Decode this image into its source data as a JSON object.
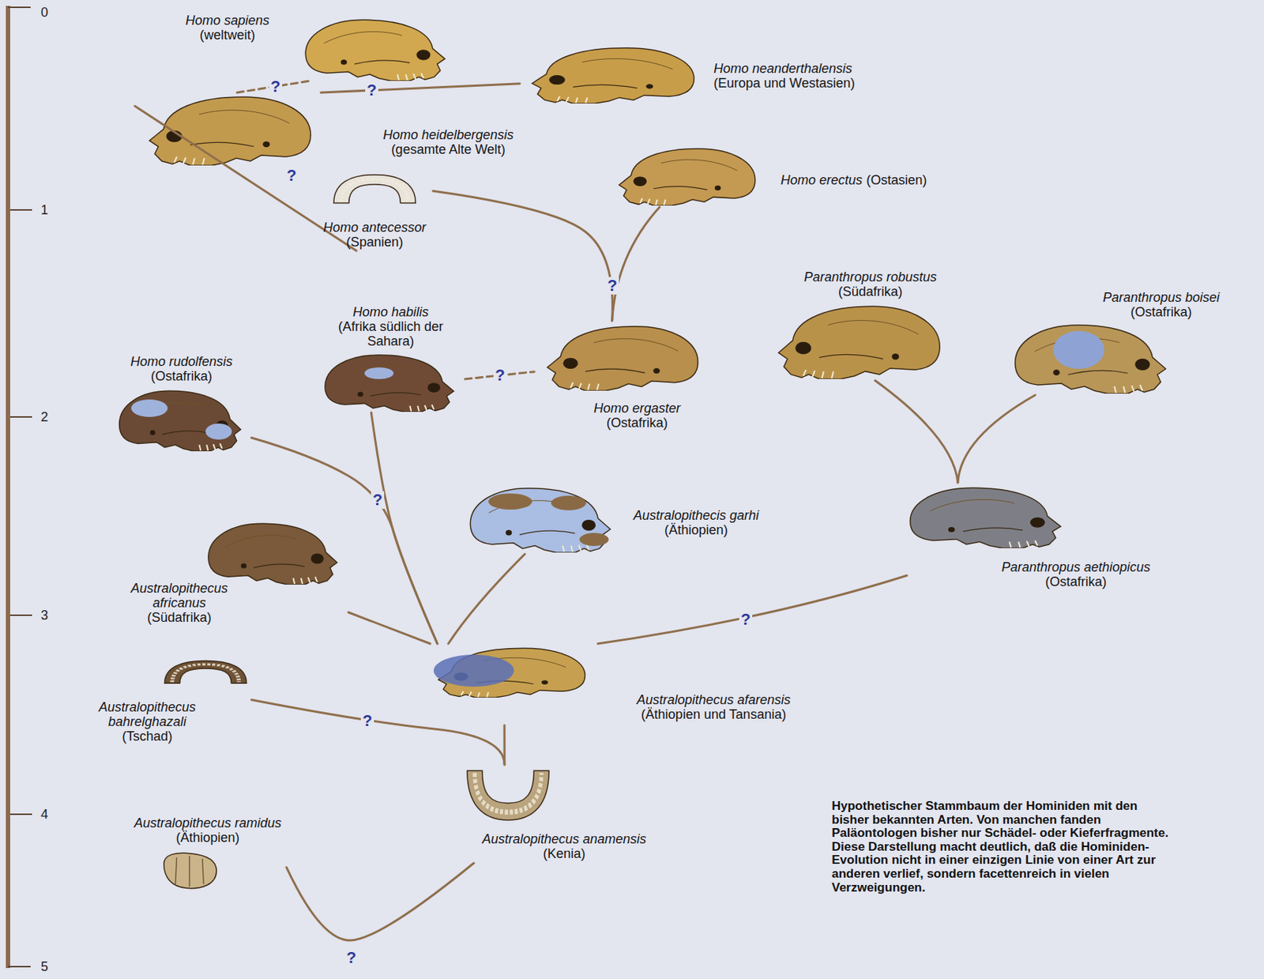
{
  "diagram": {
    "caption": "Hypothetischer Stammbaum der Hominiden mit den bisher bekannten Arten. Von manchen fanden Paläontologen bisher nur Schädel- oder Kieferfragmente. Diese Darstellung macht deutlich, daß die Hominiden-Evolution nicht in einer einzigen Linie von einer Art zur anderen verlief, sondern facettenreich in vielen Verzweigungen.",
    "nodes": [
      {
        "text": [
          "Homo sapiens",
          "(weltweit)"
        ]
      },
      {
        "text": [
          "Homo neanderthalensis",
          "(Europa und Westasien)"
        ]
      },
      {
        "text": [
          "Homo heidelbergensis",
          "(gesamte Alte Welt)"
        ]
      },
      {
        "text": [
          "Homo erectus",
          "(Ostasien)"
        ]
      },
      {
        "text": [
          "Homo antecessor",
          "(Spanien)"
        ]
      },
      {
        "text": [
          "Paranthropus robustus",
          "(Südafrika)"
        ]
      },
      {
        "text": [
          "Paranthropus boisei",
          "(Ostafrika)"
        ]
      },
      {
        "text": [
          "Homo habilis",
          "(Afrika südlich der Sahara)"
        ]
      },
      {
        "text": [
          "Homo rudolfensis",
          "(Ostafrika)"
        ]
      },
      {
        "text": [
          "Homo ergaster",
          "(Ostafrika)"
        ]
      },
      {
        "text": [
          "Australopithecis garhi",
          "(Äthiopien)"
        ]
      },
      {
        "text": [
          "Paranthropus aethiopicus",
          "(Ostafrika)"
        ]
      },
      {
        "text": [
          "Australopithecus africanus",
          "(Südafrika)"
        ]
      },
      {
        "text": [
          "Australopithecus afarensis",
          "(Äthiopien und Tansania)"
        ]
      },
      {
        "text": [
          "Australopithecus bahrelghazali",
          "(Tschad)"
        ]
      },
      {
        "text": [
          "Australopithecus ramidus",
          "(Äthiopien)"
        ]
      },
      {
        "text": [
          "Australopithecus anamensis",
          "(Kenia)"
        ]
      }
    ],
    "edges": [
      {
        "from": 2,
        "to": 0,
        "label": "?",
        "arrow": "none"
      },
      {
        "from": 2,
        "to": 1,
        "label": "?",
        "arrow": "none"
      },
      {
        "from": 4,
        "to": 2,
        "label": "?",
        "arrow": "none"
      },
      {
        "from": 9,
        "to": 4,
        "label": "?",
        "arrow": "none"
      },
      {
        "from": 9,
        "to": 3,
        "arrow": "none"
      },
      {
        "from": 7,
        "to": 9,
        "label": "?",
        "arrow": "none"
      },
      {
        "from": 13,
        "to": 8,
        "label": "?",
        "arrow": "none"
      },
      {
        "from": 13,
        "to": 7,
        "arrow": "none"
      },
      {
        "from": 13,
        "to": 12,
        "arrow": "none"
      },
      {
        "from": 13,
        "to": 10,
        "arrow": "none"
      },
      {
        "from": 13,
        "to": 11,
        "label": "?",
        "arrow": "none"
      },
      {
        "from": 11,
        "to": 5,
        "arrow": "none"
      },
      {
        "from": 11,
        "to": 6,
        "arrow": "none"
      },
      {
        "from": 16,
        "to": 13,
        "arrow": "none"
      },
      {
        "from": 16,
        "to": 14,
        "label": "?",
        "arrow": "none"
      },
      {
        "from": 15,
        "to": 16,
        "label": "?",
        "arrow": "none"
      }
    ],
    "labels": [
      "0",
      "1",
      "2",
      "3",
      "4",
      "5"
    ]
  }
}
